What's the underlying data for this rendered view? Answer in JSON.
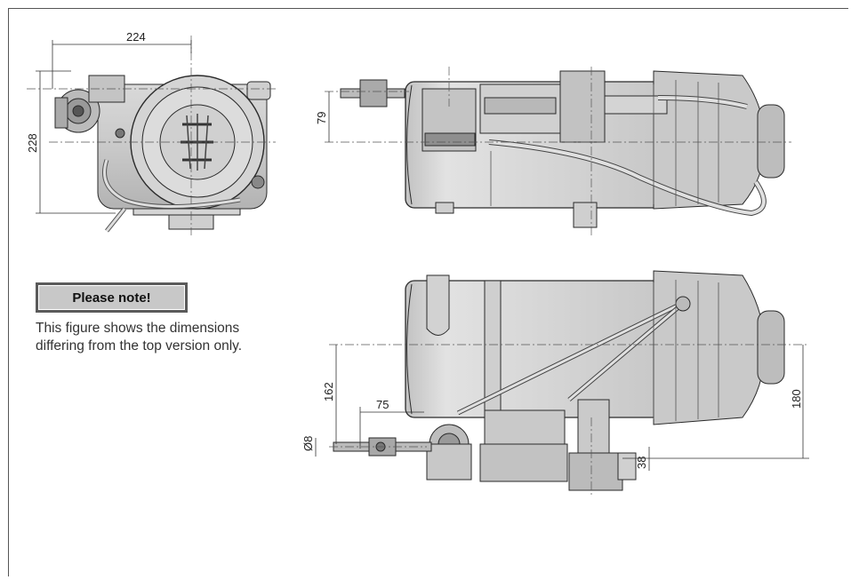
{
  "note": {
    "title": "Please note!",
    "lines": [
      "This figure shows the dimensions",
      "differing from the top version only."
    ]
  },
  "dimensions": {
    "front_width": "224",
    "front_height": "228",
    "side_height": "79",
    "top_162": "162",
    "top_75": "75",
    "top_diameter": "Ø8",
    "top_180": "180",
    "top_38": "38"
  }
}
